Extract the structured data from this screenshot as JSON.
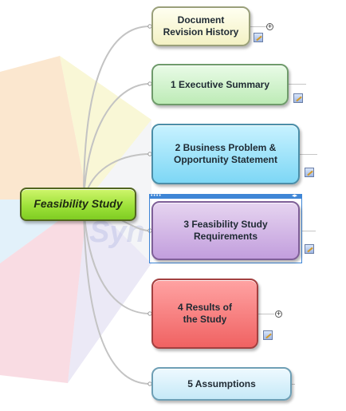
{
  "map": {
    "central_topic": "Feasibility Study",
    "watermark_text": "Syn",
    "topics": [
      {
        "id": "doc",
        "lines": [
          "Document",
          "Revision History"
        ]
      },
      {
        "id": "exec",
        "lines": [
          "1  Executive Summary"
        ]
      },
      {
        "id": "biz",
        "lines": [
          "2  Business Problem &",
          "Opportunity Statement"
        ]
      },
      {
        "id": "req",
        "lines": [
          "3  Feasibility Study",
          "Requirements"
        ]
      },
      {
        "id": "res",
        "lines": [
          "4  Results of",
          "the Study"
        ]
      },
      {
        "id": "ass",
        "lines": [
          "5  Assumptions"
        ]
      }
    ],
    "selected_topic": "req",
    "expander_symbol": "+",
    "selection_handle_dots": "••••",
    "selection_handle_arrows": "◂▸"
  }
}
